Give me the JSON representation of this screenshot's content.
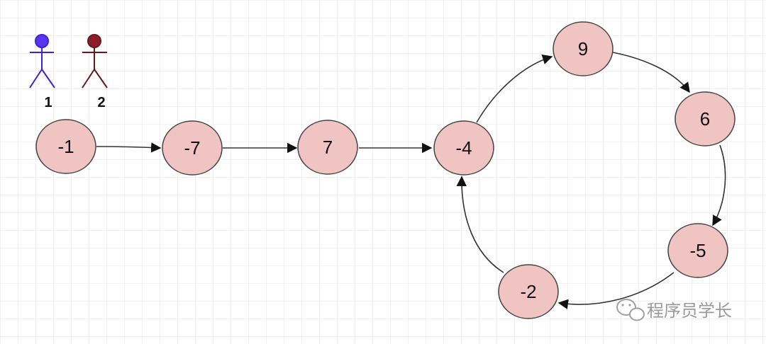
{
  "figures": [
    {
      "label": "1",
      "color": "#5b34f0",
      "stroke": "#3c22d8"
    },
    {
      "label": "2",
      "color": "#8c1c2c",
      "stroke": "#6a1a1f"
    }
  ],
  "nodes": [
    {
      "id": "n1",
      "label": "-1"
    },
    {
      "id": "n2",
      "label": "-7"
    },
    {
      "id": "n3",
      "label": "7"
    },
    {
      "id": "n4",
      "label": "-4"
    },
    {
      "id": "n5",
      "label": "9"
    },
    {
      "id": "n6",
      "label": "6"
    },
    {
      "id": "n7",
      "label": "-5"
    },
    {
      "id": "n8",
      "label": "-2"
    }
  ],
  "edges": [
    {
      "from": "n1",
      "to": "n2"
    },
    {
      "from": "n2",
      "to": "n3"
    },
    {
      "from": "n3",
      "to": "n4"
    },
    {
      "from": "n4",
      "to": "n5"
    },
    {
      "from": "n5",
      "to": "n6"
    },
    {
      "from": "n6",
      "to": "n7"
    },
    {
      "from": "n7",
      "to": "n8"
    },
    {
      "from": "n8",
      "to": "n4"
    }
  ],
  "watermark": {
    "text": "程序员学长",
    "icon": "wechat-icon"
  },
  "colors": {
    "node_fill": "#f0c4c2",
    "node_stroke": "#444444",
    "grid": "#e4e4e4",
    "edge": "#333333"
  }
}
